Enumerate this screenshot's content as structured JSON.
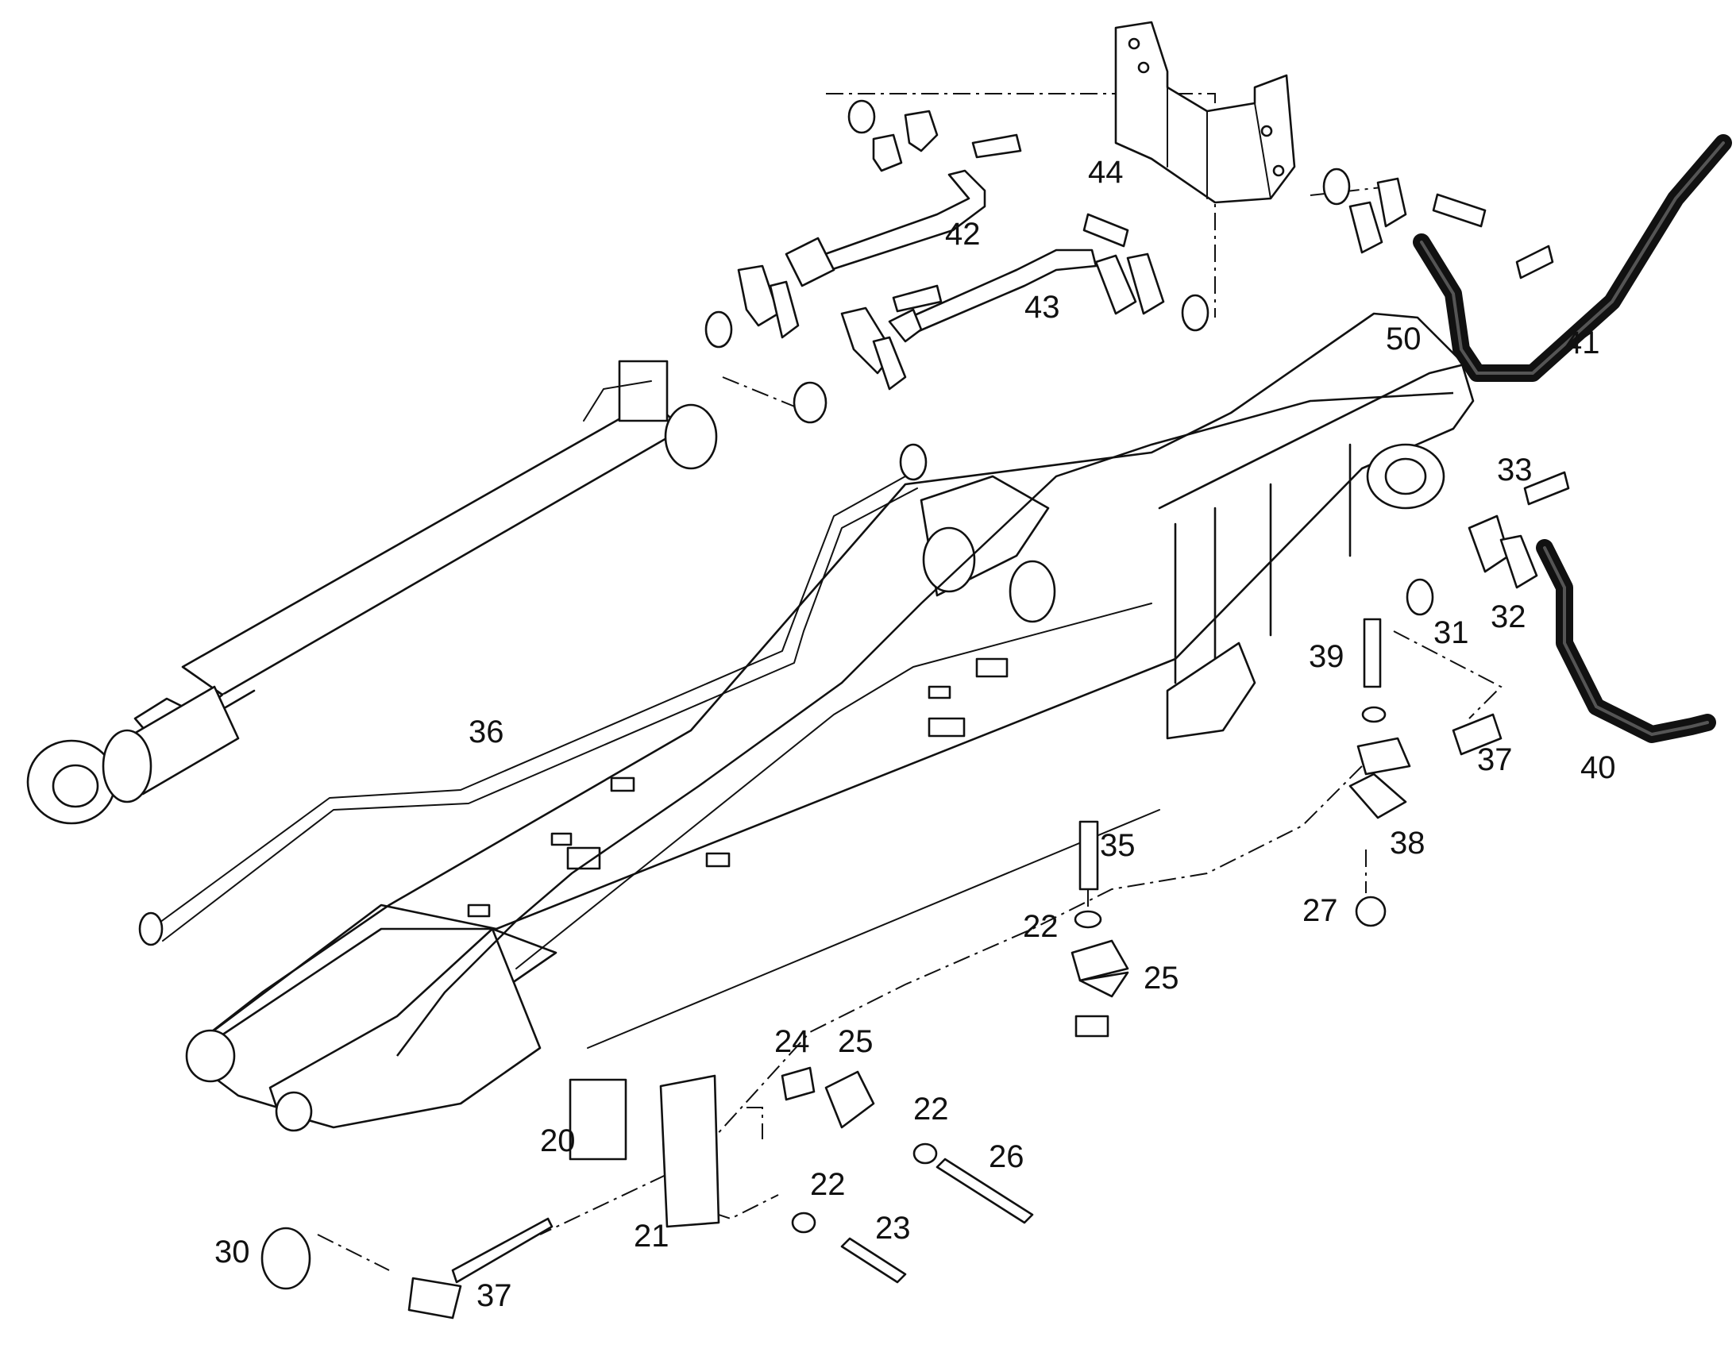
{
  "diagram": {
    "callouts": [
      "20",
      "21",
      "22",
      "22",
      "22",
      "23",
      "24",
      "25",
      "25",
      "26",
      "27",
      "30",
      "31",
      "32",
      "33",
      "35",
      "36",
      "37",
      "37",
      "38",
      "39",
      "40",
      "41",
      "42",
      "43",
      "44",
      "50"
    ]
  }
}
